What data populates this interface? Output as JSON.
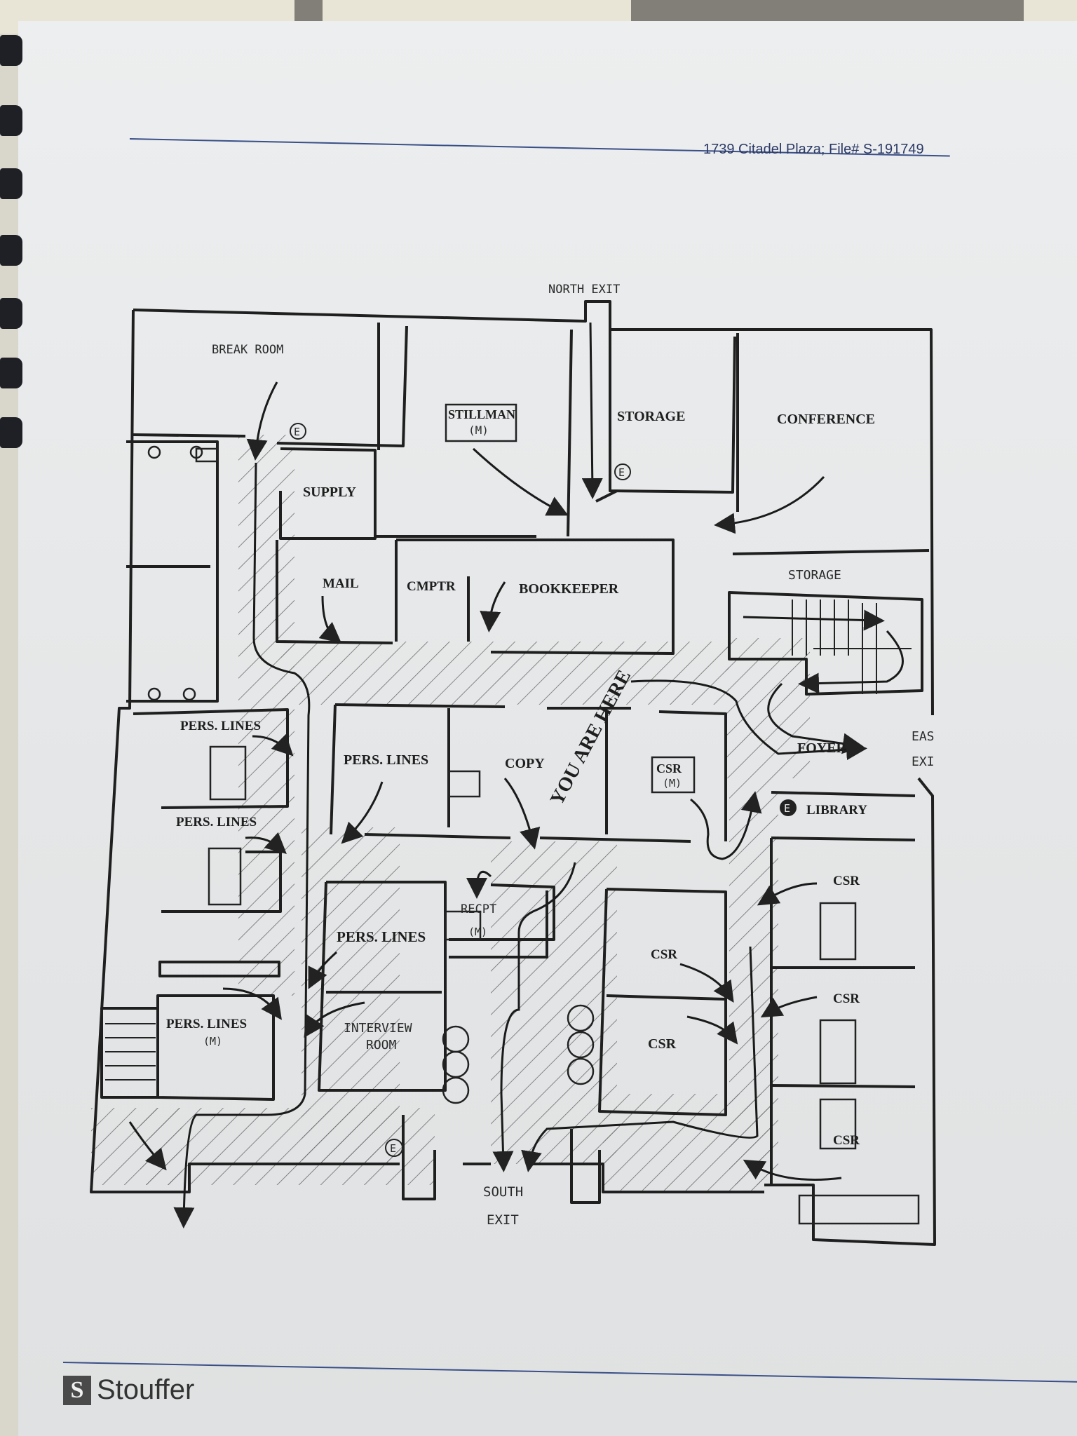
{
  "header": {
    "file_ref": "1739 Citadel Plaza; File# S-191749"
  },
  "footer": {
    "logo_mark": "S",
    "logo_text": "Stouffer"
  },
  "plan": {
    "rooms": {
      "break_room": "BREAK ROOM",
      "supply": "SUPPLY",
      "stillman": "STILLMAN",
      "stillman_tag": "(M)",
      "storage_north": "STORAGE",
      "conference": "CONFERENCE",
      "mail": "MAIL",
      "cmptr": "CMPTR",
      "bookkeeper": "BOOKKEEPER",
      "storage_east": "STORAGE",
      "pers_lines_1": "PERS. LINES",
      "pers_lines_2": "PERS. LINES",
      "pers_lines_3": "PERS. LINES",
      "pers_lines_4": "PERS. LINES",
      "pers_lines_4_tag": "(M)",
      "pers_lines_center": "PERS. LINES",
      "copy": "COPY",
      "csr_center": "CSR",
      "csr_center_tag": "(M)",
      "foyer": "FOYER",
      "library": "LIBRARY",
      "recpt": "RECPT",
      "recpt_tag": "(M)",
      "interview_room_1": "INTERVIEW",
      "interview_room_2": "ROOM",
      "csr_a": "CSR",
      "csr_b": "CSR",
      "csr_c": "CSR",
      "csr_d": "CSR",
      "csr_e": "CSR"
    },
    "exits": {
      "north": "NORTH EXIT",
      "east_1": "EAS",
      "east_2": "EXI",
      "south_1": "SOUTH",
      "south_2": "EXIT"
    },
    "you_are_here": "YOU ARE HERE",
    "extinguisher_marks": [
      "E",
      "E",
      "E",
      "E"
    ]
  }
}
